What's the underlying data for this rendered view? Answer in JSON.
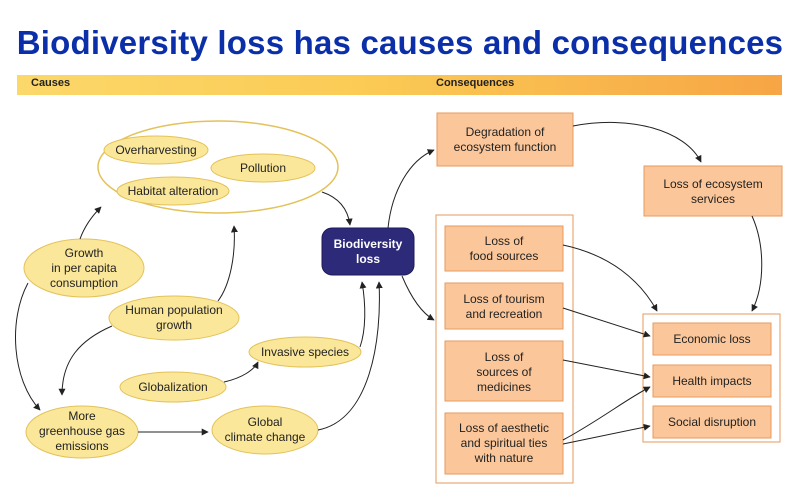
{
  "title": "Biodiversity loss has causes and consequences",
  "header_bar": {
    "causes_label": "Causes",
    "consequences_label": "Consequences"
  },
  "colors": {
    "title": "#0b2fa8",
    "cause_fill": "#fbe79a",
    "cause_stroke": "#e3c25a",
    "consequence_fill": "#fbc79a",
    "consequence_stroke": "#e79a5e",
    "center_fill": "#2d2a7a",
    "arrow": "#222222"
  },
  "causes": {
    "overharvesting": "Overharvesting",
    "pollution": "Pollution",
    "habitat_alteration": "Habitat alteration",
    "growth_consumption": [
      "Growth",
      "in per capita",
      "consumption"
    ],
    "human_population_growth": [
      "Human population",
      "growth"
    ],
    "invasive_species": "Invasive species",
    "globalization": "Globalization",
    "greenhouse_gas": [
      "More",
      "greenhouse gas",
      "emissions"
    ],
    "global_climate_change": [
      "Global",
      "climate change"
    ]
  },
  "center": [
    "Biodiversity",
    "loss"
  ],
  "consequences": {
    "degradation": [
      "Degradation of",
      "ecosystem function"
    ],
    "loss_ecosystem_services": [
      "Loss of ecosystem",
      "services"
    ],
    "food_sources": [
      "Loss of",
      "food sources"
    ],
    "tourism": [
      "Loss of tourism",
      "and recreation"
    ],
    "medicines": [
      "Loss of",
      "sources of",
      "medicines"
    ],
    "aesthetic": [
      "Loss of aesthetic",
      "and spiritual ties",
      "with nature"
    ],
    "economic_loss": "Economic loss",
    "health_impacts": "Health impacts",
    "social_disruption": "Social disruption"
  }
}
